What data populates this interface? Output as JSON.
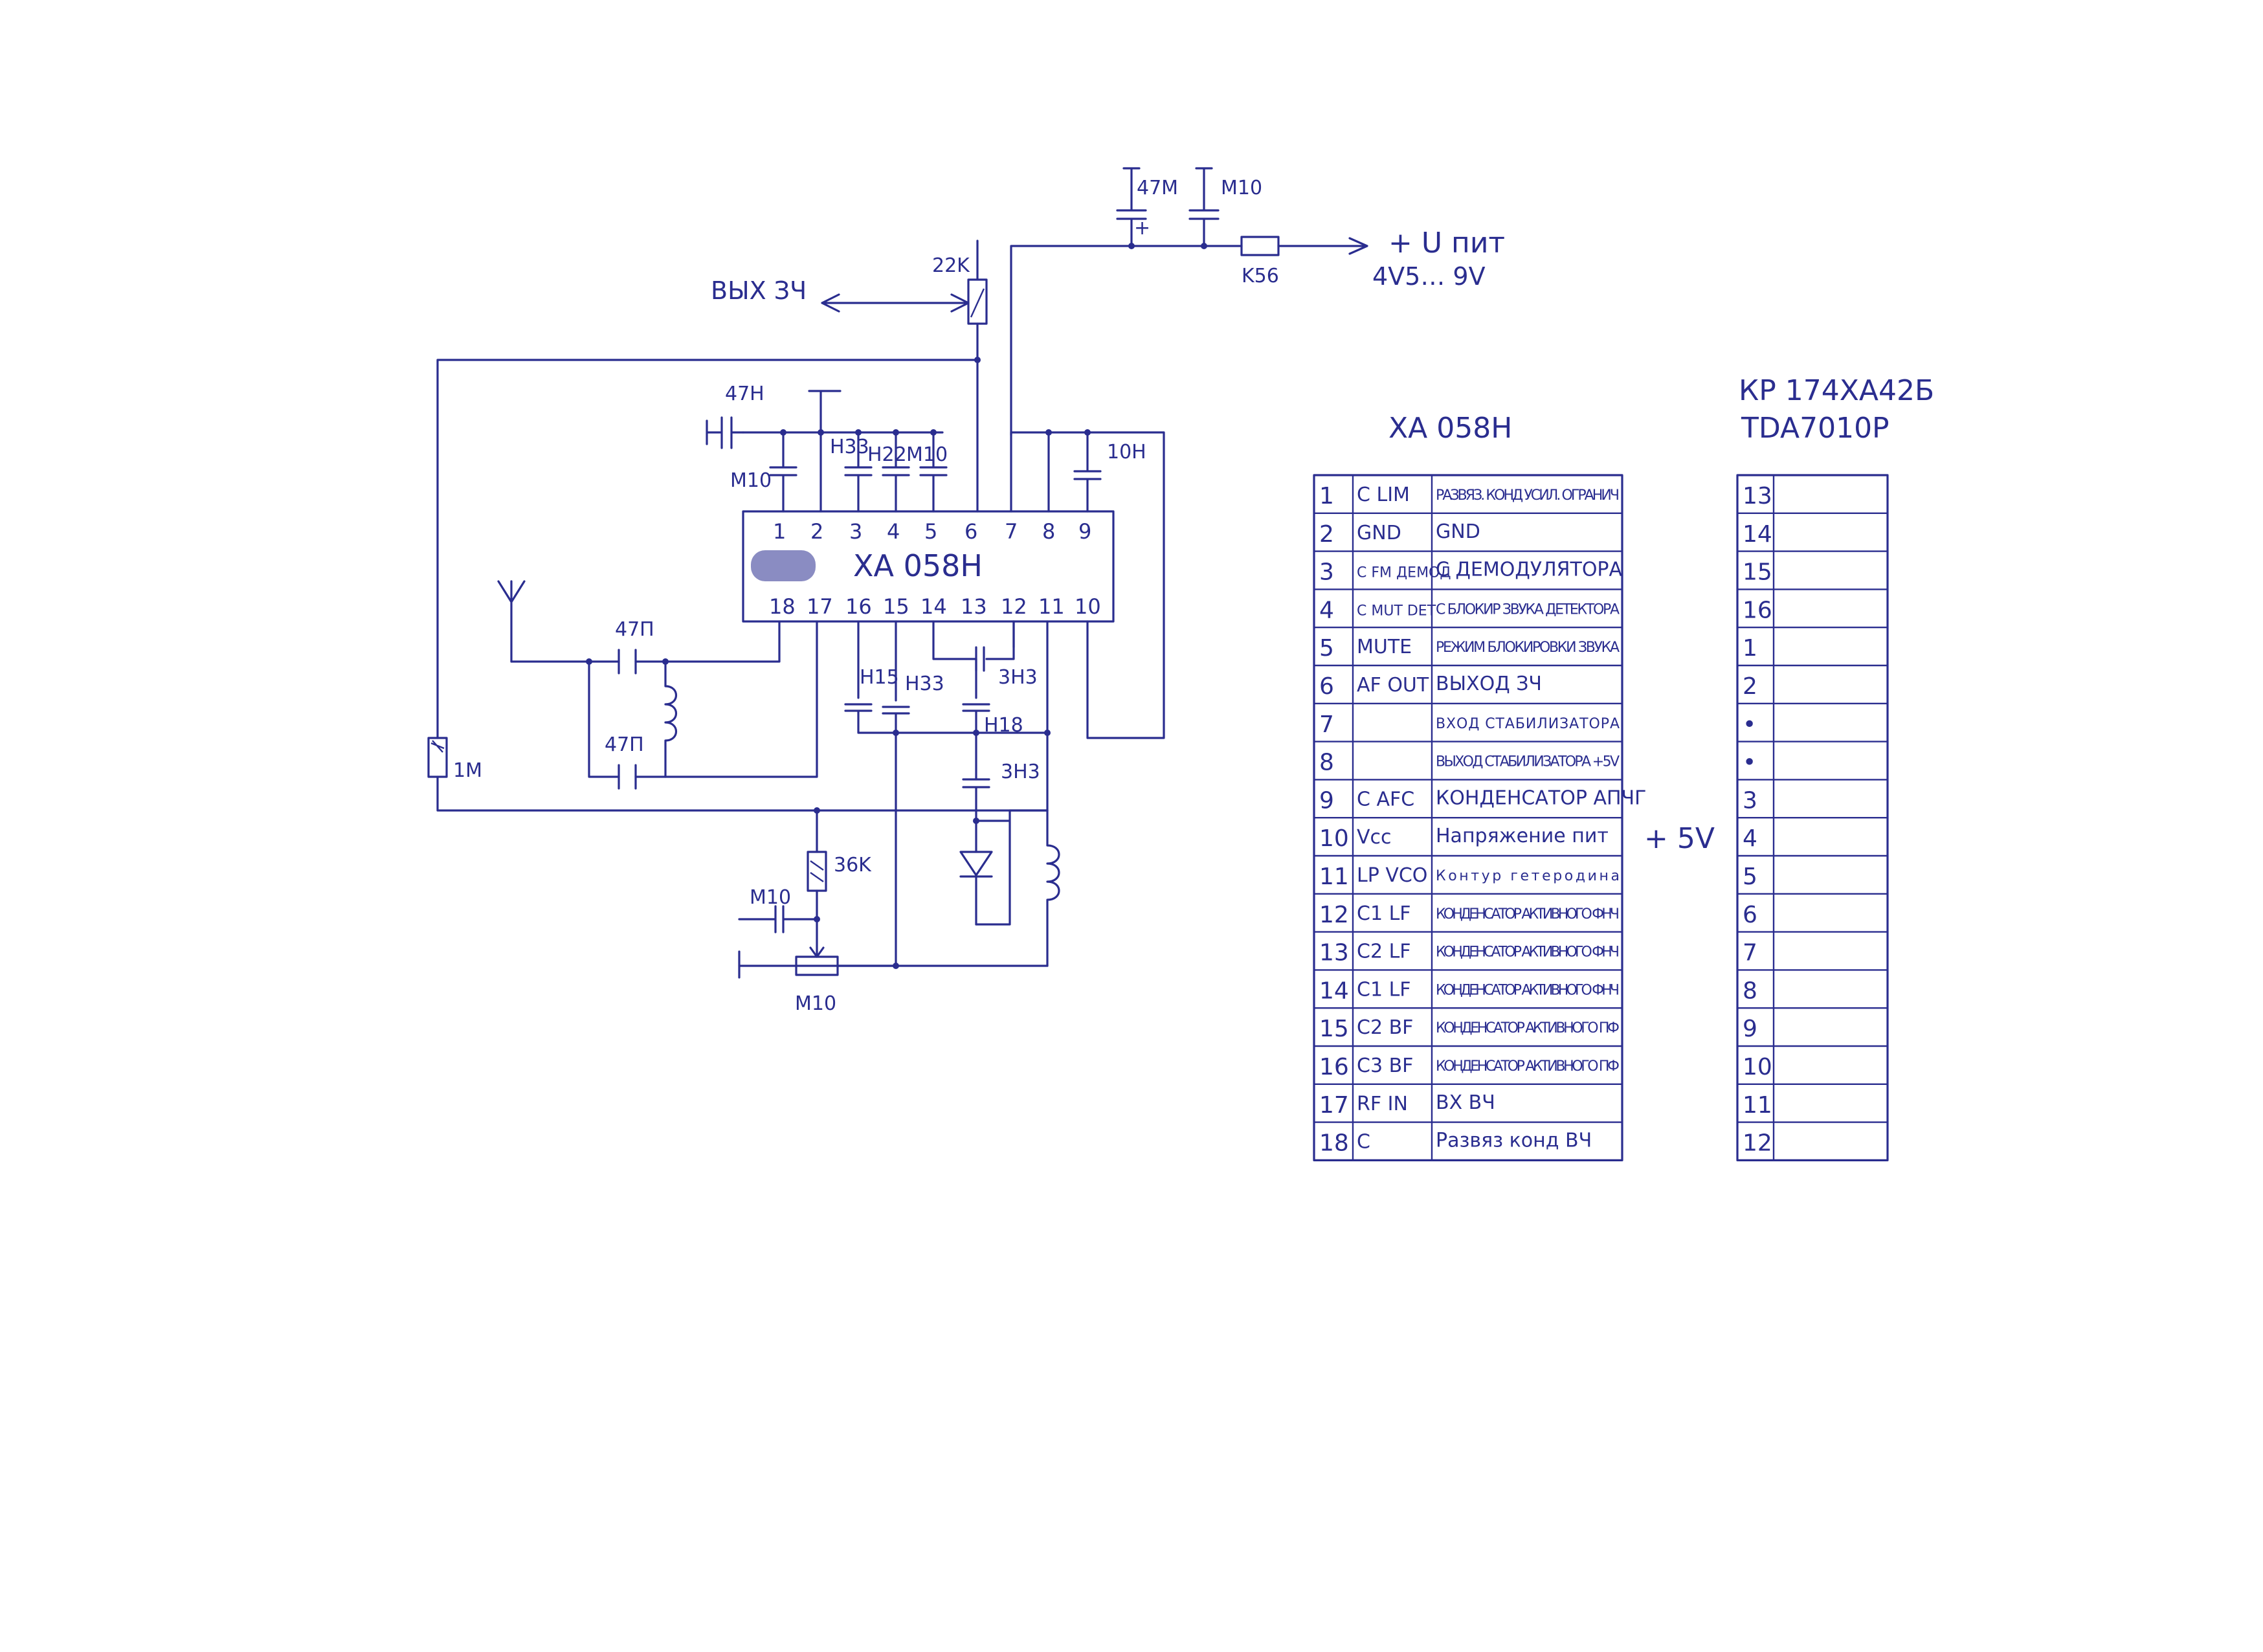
{
  "colors": {
    "ink": "#2a2d8f",
    "paper": "#ffffff"
  },
  "schematic": {
    "chip_label": "XA 058H",
    "top_pins": [
      "1",
      "2",
      "3",
      "4",
      "5",
      "6",
      "7",
      "8",
      "9"
    ],
    "bottom_pins": [
      "18",
      "17",
      "16",
      "15",
      "14",
      "13",
      "12",
      "11",
      "10"
    ],
    "components": {
      "c_47m": "47M",
      "c_m10_top": "M10",
      "plus_sign": "+",
      "r_k56": "K56",
      "supply_label": "+ U пит",
      "supply_range": "4V5… 9V",
      "r_22k": "22K",
      "output_label": "ВЫХ ЗЧ",
      "c_47h": "47H",
      "c_m10_pin1": "M10",
      "c_h33_top": "H33",
      "c_h22": "H22",
      "c_m10_pin4": "M10",
      "c_10h": "10H",
      "c_47p_top": "47П",
      "c_47p_bottom": "47П",
      "r_1m": "1M",
      "c_h15": "H15",
      "c_h33_bottom": "H33",
      "c_3h3_top": "3H3",
      "c_h18": "H18",
      "c_3h3_bottom": "3H3",
      "r_36k": "36K",
      "c_m10_bottom": "M10",
      "r_m10_pot": "M10"
    }
  },
  "pin_table": {
    "title": "XA 058H",
    "rows": [
      {
        "num": "1",
        "name": "C LIM",
        "desc": "РАЗВЯЗ. КОНД УСИЛ. ОГРАНИЧ"
      },
      {
        "num": "2",
        "name": "GND",
        "desc": "GND"
      },
      {
        "num": "3",
        "name": "C FM ДЕМОД",
        "desc": "С ДЕМОДУЛЯТОРА"
      },
      {
        "num": "4",
        "name": "C MUT DET",
        "desc": "С БЛОКИР ЗВУКА ДЕТЕКТОРА"
      },
      {
        "num": "5",
        "name": "MUTE",
        "desc": "РЕЖИМ БЛОКИРОВКИ ЗВУКА"
      },
      {
        "num": "6",
        "name": "AF OUT",
        "desc": "ВЫХОД ЗЧ"
      },
      {
        "num": "7",
        "name": "",
        "desc": "ВХОД СТАБИЛИЗАТОРА"
      },
      {
        "num": "8",
        "name": "",
        "desc": "ВЫХОД СТАБИЛИЗАТОРА +5V"
      },
      {
        "num": "9",
        "name": "C AFC",
        "desc": "КОНДЕНСАТОР АПЧГ"
      },
      {
        "num": "10",
        "name": "Vcc",
        "desc": "Напряжение пит"
      },
      {
        "num": "11",
        "name": "LP VCO",
        "desc": "Контур гетеродина"
      },
      {
        "num": "12",
        "name": "C1 LF",
        "desc": "КОНДЕНСАТОР АКТИВНОГО ФНЧ"
      },
      {
        "num": "13",
        "name": "C2 LF",
        "desc": "КОНДЕНСАТОР АКТИВНОГО ФНЧ"
      },
      {
        "num": "14",
        "name": "C1 LF",
        "desc": "КОНДЕНСАТОР АКТИВНОГО ФНЧ"
      },
      {
        "num": "15",
        "name": "C2 BF",
        "desc": "КОНДЕНСАТОР АКТИВНОГО ПФ"
      },
      {
        "num": "16",
        "name": "C3 BF",
        "desc": "КОНДЕНСАТОР АКТИВНОГО ПФ"
      },
      {
        "num": "17",
        "name": "RF IN",
        "desc": "ВХ ВЧ"
      },
      {
        "num": "18",
        "name": "C",
        "desc": "Развяз конд ВЧ"
      }
    ],
    "side_note": "+ 5V"
  },
  "map_table": {
    "title_line1": "КР 174ХА42Б",
    "title_line2": "TDA7010P",
    "rows": [
      "13",
      "14",
      "15",
      "16",
      "1",
      "2",
      "•",
      "•",
      "3",
      "4",
      "5",
      "6",
      "7",
      "8",
      "9",
      "10",
      "11",
      "12"
    ]
  }
}
